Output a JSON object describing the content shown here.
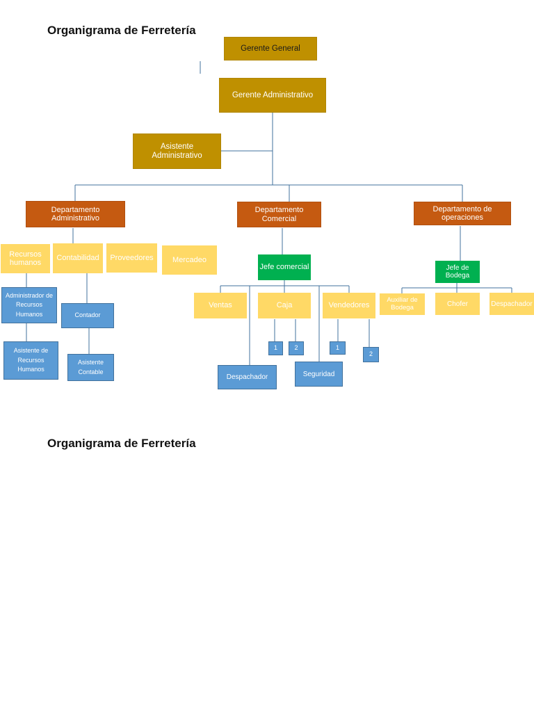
{
  "titles": {
    "top": "Organigrama de Ferretería",
    "bottom": "Organigrama de Ferretería"
  },
  "nodes": {
    "gerente_general": "Gerente General",
    "gerente_administrativo": "Gerente Administrativo",
    "asistente_administrativo": "Asistente Administrativo",
    "dep_administrativo": "Departamento Administrativo",
    "dep_comercial": "Departamento Comercial",
    "dep_operaciones": "Departamento de operaciones",
    "recursos_humanos": "Recursos humanos",
    "contabilidad": "Contabilidad",
    "proveedores": "Proveedores",
    "mercadeo": "Mercadeo",
    "admin_rrhh": "Administrador de Recursos Humanos",
    "asistente_rrhh": "Asistente de Recursos Humanos",
    "contador": "Contador",
    "asistente_contable": "Asistente Contable",
    "jefe_comercial": "Jefe comercial",
    "ventas": "Ventas",
    "caja": "Caja",
    "vendedores": "Vendedores",
    "caja_1": "1",
    "caja_2": "2",
    "vendedores_1": "1",
    "vendedores_2": "2",
    "despachador_comercial": "Despachador",
    "seguridad": "Seguridad",
    "jefe_bodega": "Jefe de Bodega",
    "auxiliar_bodega": "Auxiliar de Bodega",
    "chofer": "Chofer",
    "despachador_operaciones": "Despachador"
  },
  "colors": {
    "gold": "#bf9000",
    "orange": "#c55a11",
    "yellow": "#ffd966",
    "blue": "#5b9bd5",
    "green": "#00b050",
    "connector": "#41719c"
  }
}
